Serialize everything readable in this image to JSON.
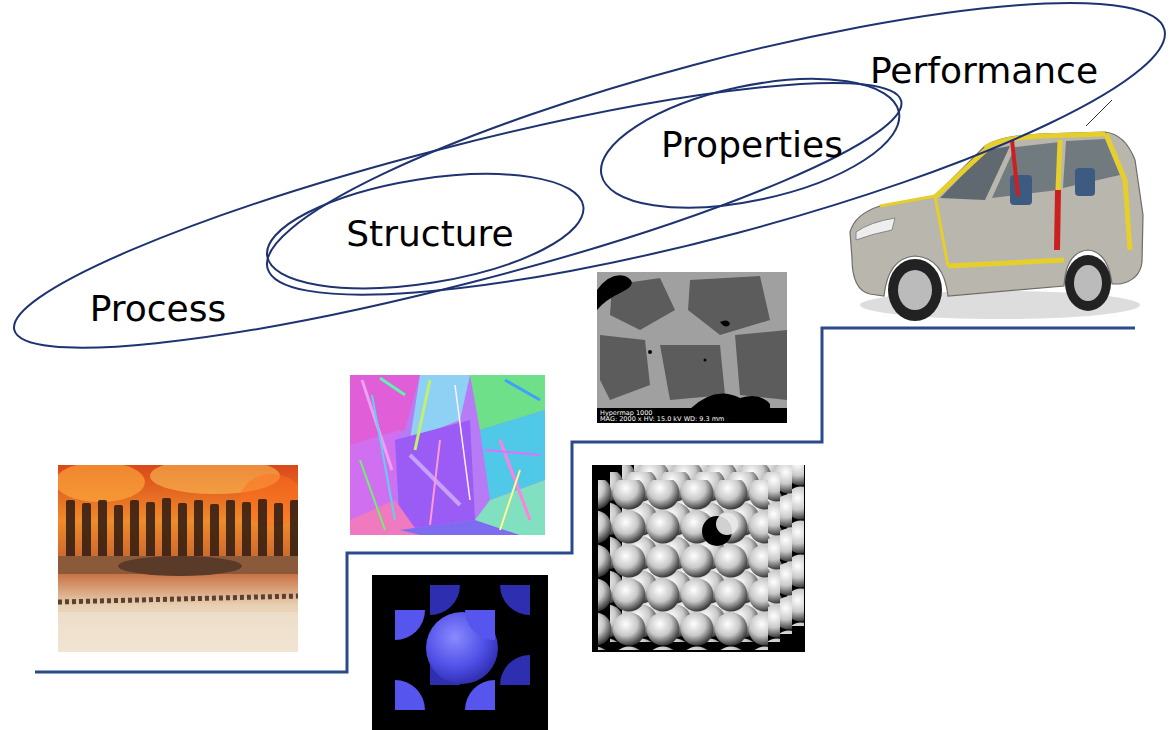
{
  "diagram": {
    "nodes": [
      {
        "text": [
          "Process"
        ]
      },
      {
        "text": [
          "Structure"
        ]
      },
      {
        "text": [
          "Properties"
        ]
      },
      {
        "text": [
          "Performance"
        ]
      }
    ],
    "labels": [
      "Hypermap 1000",
      "MAG: 2000 x HV: 15.0 kV WD: 9.3 mm"
    ]
  }
}
